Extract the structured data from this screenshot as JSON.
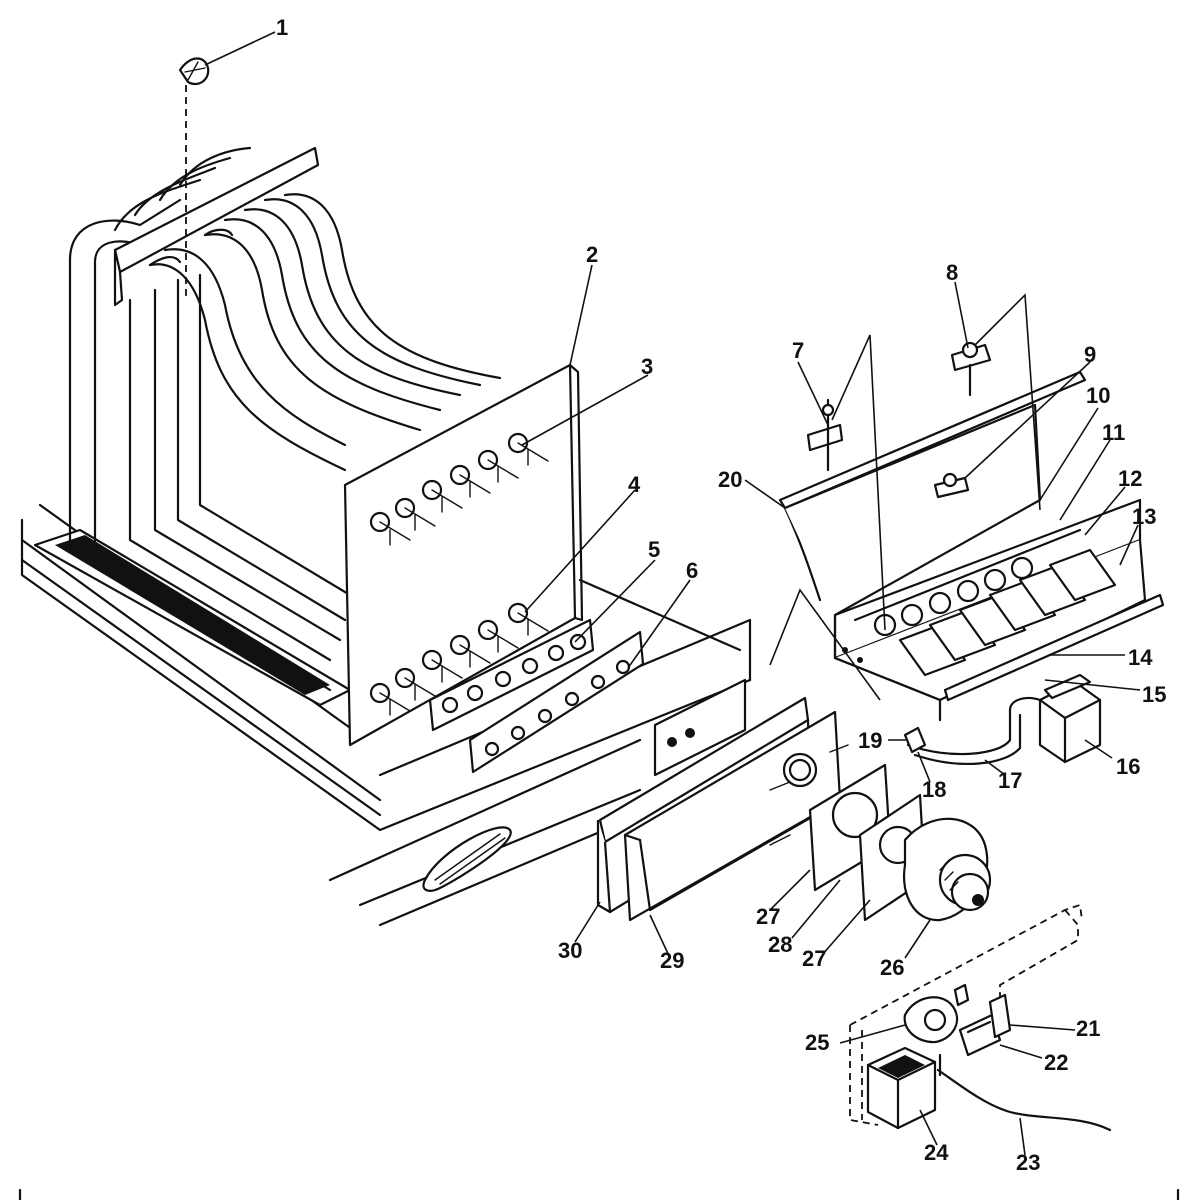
{
  "callouts": [
    {
      "id": "c1",
      "label": "1"
    },
    {
      "id": "c2",
      "label": "2"
    },
    {
      "id": "c3",
      "label": "3"
    },
    {
      "id": "c4",
      "label": "4"
    },
    {
      "id": "c5",
      "label": "5"
    },
    {
      "id": "c6",
      "label": "6"
    },
    {
      "id": "c7",
      "label": "7"
    },
    {
      "id": "c8",
      "label": "8"
    },
    {
      "id": "c9",
      "label": "9"
    },
    {
      "id": "c10",
      "label": "10"
    },
    {
      "id": "c11",
      "label": "11"
    },
    {
      "id": "c12",
      "label": "12"
    },
    {
      "id": "c13",
      "label": "13"
    },
    {
      "id": "c14",
      "label": "14"
    },
    {
      "id": "c15",
      "label": "15"
    },
    {
      "id": "c16",
      "label": "16"
    },
    {
      "id": "c17",
      "label": "17"
    },
    {
      "id": "c18",
      "label": "18"
    },
    {
      "id": "c19",
      "label": "19"
    },
    {
      "id": "c20",
      "label": "20"
    },
    {
      "id": "c21",
      "label": "21"
    },
    {
      "id": "c22",
      "label": "22"
    },
    {
      "id": "c23",
      "label": "23"
    },
    {
      "id": "c24",
      "label": "24"
    },
    {
      "id": "c25",
      "label": "25"
    },
    {
      "id": "c26",
      "label": "26"
    },
    {
      "id": "c27a",
      "label": "27"
    },
    {
      "id": "c27b",
      "label": "27"
    },
    {
      "id": "c28",
      "label": "28"
    },
    {
      "id": "c29",
      "label": "29"
    },
    {
      "id": "c30",
      "label": "30"
    }
  ]
}
